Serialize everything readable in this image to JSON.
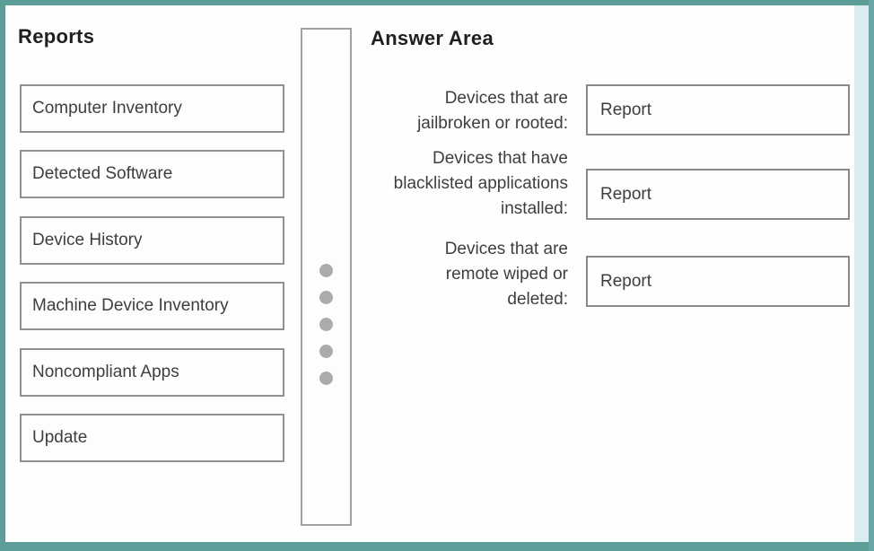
{
  "colors": {
    "frame_teal": "#5c9d97",
    "frame_right_light": "#d9ecef",
    "box_border_gray": "#8f9192",
    "dot_gray": "#a9abad"
  },
  "reports": {
    "title": "Reports",
    "items": [
      "Computer Inventory",
      "Detected Software",
      "Device History",
      "Machine Device Inventory",
      "Noncompliant Apps",
      "Update"
    ]
  },
  "divider": {
    "dots": 5
  },
  "answer_area": {
    "title": "Answer Area",
    "rows": [
      {
        "label_lines": {
          "0": "Devices that are",
          "1": "jailbroken or rooted:"
        },
        "value": "Report"
      },
      {
        "label_lines": {
          "0": "Devices that have",
          "1": "blacklisted applications",
          "2": "installed:"
        },
        "value": "Report"
      },
      {
        "label_lines": {
          "0": "Devices that are",
          "1": "remote wiped or",
          "2": "deleted:"
        },
        "value": "Report"
      }
    ]
  }
}
